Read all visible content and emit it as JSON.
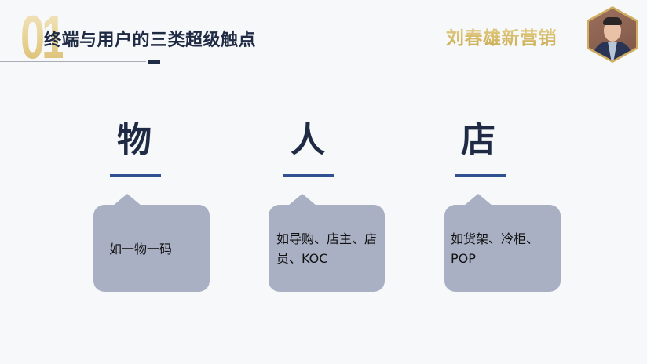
{
  "header": {
    "section_number": "01",
    "title": "终端与用户的三类超级触点",
    "brand": "刘春雄新营销",
    "avatar_icon": "author-portrait"
  },
  "categories": [
    {
      "label": "物",
      "description": "如一物一码"
    },
    {
      "label": "人",
      "description": "如导购、店主、店员、KOC"
    },
    {
      "label": "店",
      "description": "如货架、冷柜、POP"
    }
  ],
  "colors": {
    "title": "#1f2a44",
    "gold": "#d9bd6c",
    "underline": "#2f5191",
    "box": "#aab0c4",
    "background": "#f7f8fa"
  }
}
